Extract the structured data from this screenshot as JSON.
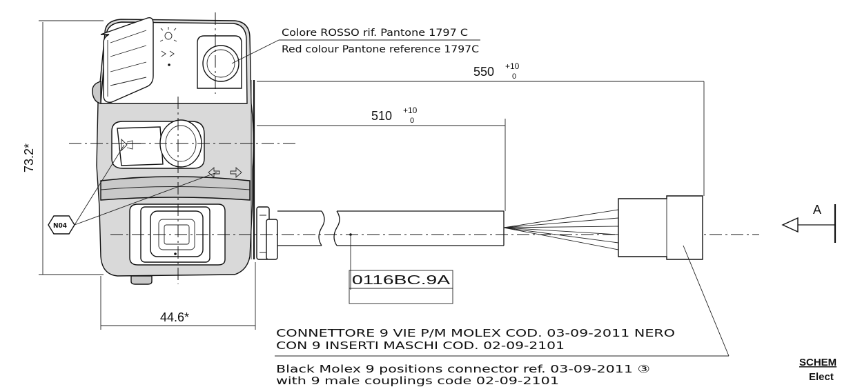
{
  "note_color": {
    "it": "Colore ROSSO rif. Pantone 1797 C",
    "en": "Red colour Pantone reference 1797C"
  },
  "dimensions": {
    "cable_long": {
      "value": "550",
      "tol_upper": "+10",
      "tol_lower": "0"
    },
    "cable_short": {
      "value": "510",
      "tol_upper": "+10",
      "tol_lower": "0"
    },
    "height": "73.2*",
    "width": "44.6*"
  },
  "balloon_label": "N04",
  "part_code": "0116BC.9A",
  "view_label": "A",
  "note_connector": {
    "it_line1": "CONNETTORE 9 VIE P/M MOLEX   COD. 03-09-2011 NERO",
    "it_line2": "CON 9 INSERTI MASCHI COD. 02-09-2101",
    "en_line1": "Black Molex 9 positions connector ref. 03-09-2011 ③",
    "en_line2": "with 9 male couplings code 02-09-2101"
  },
  "title_block": {
    "line1": "SCHEM",
    "line2": "Elect"
  },
  "colors": {
    "line": "#111111",
    "fill_light": "#d9d9d9",
    "fill_dark": "#c9c9c9",
    "background": "#ffffff"
  }
}
